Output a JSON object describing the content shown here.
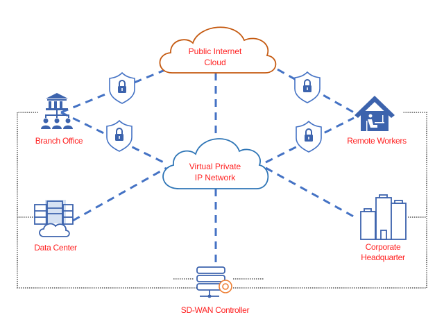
{
  "colors": {
    "link": "#4472c4",
    "icon": "#3c63ad",
    "public_cloud_stroke": "#c55a11",
    "private_cloud_stroke": "#2e75b6",
    "label": "#ff1f1f",
    "dotted_border": "#808080",
    "gear": "#ed7d31"
  },
  "clouds": {
    "public": {
      "line1": "Public Internet",
      "line2": "Cloud"
    },
    "private": {
      "line1": "Virtual Private",
      "line2": "IP Network"
    }
  },
  "nodes": {
    "branch_office": {
      "label": "Branch Office",
      "icon": "bank-org-icon"
    },
    "remote_workers": {
      "label": "Remote Workers",
      "icon": "home-office-icon"
    },
    "data_center": {
      "label": "Data Center",
      "icon": "server-cloud-icon"
    },
    "corporate_hq": {
      "line1": "Corporate",
      "line2": "Headquarter",
      "icon": "office-building-icon"
    },
    "sdwan_controller": {
      "label": "SD-WAN Controller",
      "icon": "server-gear-icon"
    }
  },
  "security": {
    "icon": "shield-lock-icon",
    "count": 4
  }
}
